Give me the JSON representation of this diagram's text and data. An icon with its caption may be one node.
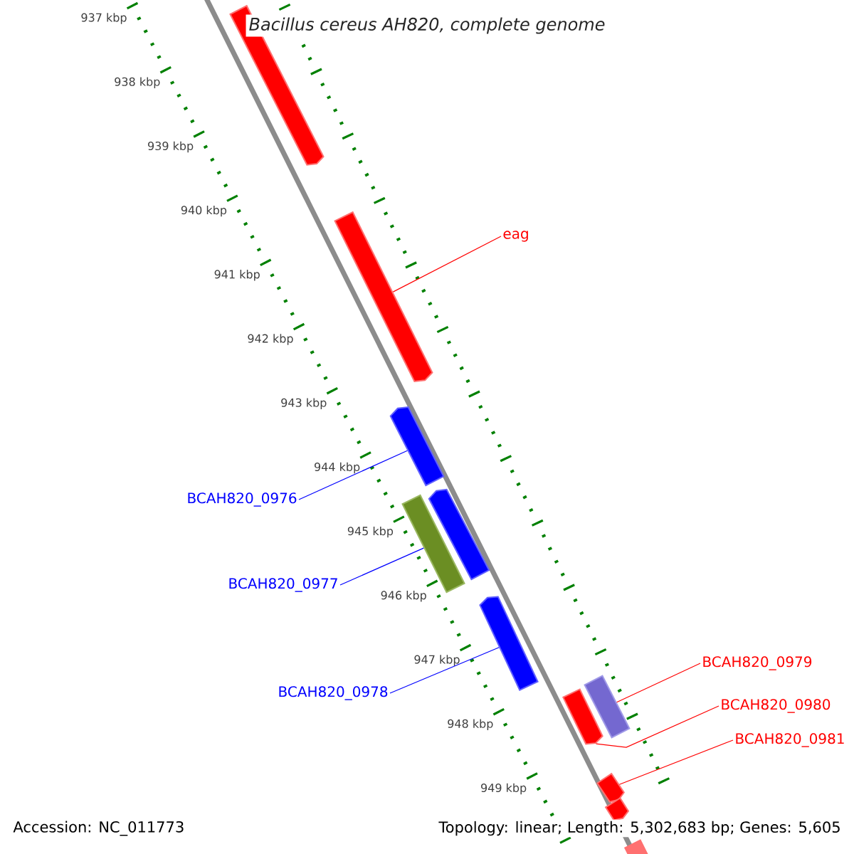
{
  "diagram": {
    "title": "Bacillus cereus AH820, complete genome",
    "nodes": [
      {
        "text": [],
        "shape": "arrow"
      },
      {
        "text": [],
        "shape": "arrow"
      },
      {
        "text": [],
        "shape": "arrow"
      },
      {
        "text": [],
        "shape": "arrow"
      },
      {
        "text": [],
        "shape": "bar"
      },
      {
        "text": [],
        "shape": "arrow"
      },
      {
        "text": [],
        "shape": "arrow"
      },
      {
        "text": [],
        "shape": "bar"
      },
      {
        "text": [],
        "shape": "arrow"
      },
      {
        "text": [],
        "shape": "arrow"
      },
      {
        "text": [],
        "shape": "arrow"
      },
      {
        "text": [
          "eag"
        ]
      },
      {
        "text": [
          "BCAH820_0976"
        ]
      },
      {
        "text": [
          "BCAH820_0977"
        ]
      },
      {
        "text": [
          "BCAH820_0978"
        ]
      },
      {
        "text": [
          "BCAH820_0979"
        ]
      },
      {
        "text": [
          "BCAH820_0980"
        ]
      },
      {
        "text": [
          "BCAH820_0981"
        ]
      }
    ],
    "edges": [
      {
        "from": 11,
        "to": 1,
        "arrow": "none"
      },
      {
        "from": 12,
        "to": 2,
        "arrow": "none",
        "color": "#0000ff"
      },
      {
        "from": 13,
        "to": 4,
        "arrow": "none",
        "color": "#0000ff"
      },
      {
        "from": 14,
        "to": 5,
        "arrow": "none",
        "color": "#0000ff"
      },
      {
        "from": 15,
        "to": 7,
        "arrow": "none"
      },
      {
        "from": 16,
        "to": 6,
        "arrow": "none"
      },
      {
        "from": 17,
        "to": 8,
        "arrow": "none"
      }
    ],
    "labels": [
      "937 kbp",
      "938 kbp",
      "939 kbp",
      "940 kbp",
      "941 kbp",
      "942 kbp",
      "943 kbp",
      "944 kbp",
      "945 kbp",
      "946 kbp",
      "947 kbp",
      "948 kbp",
      "949 kbp",
      "Accession: NC_011773",
      "Topology: linear; Length: 5,302,683 bp; Genes: 5,605"
    ]
  }
}
